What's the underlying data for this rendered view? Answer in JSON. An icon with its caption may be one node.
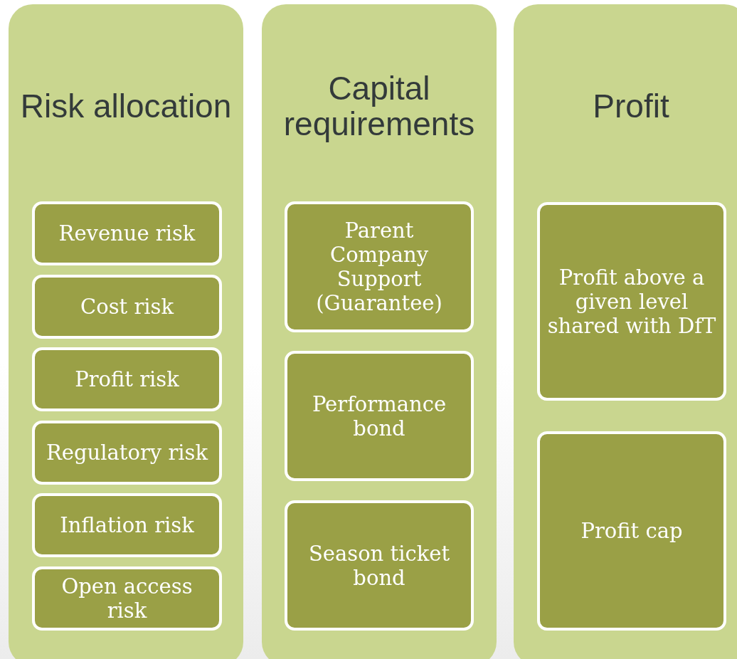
{
  "diagram": {
    "nodes": [
      {
        "text": [
          "Risk allocation"
        ]
      },
      {
        "text": [
          "Revenue risk"
        ],
        "in": 0
      },
      {
        "text": [
          "Cost risk"
        ],
        "in": 0
      },
      {
        "text": [
          "Profit risk"
        ],
        "in": 0
      },
      {
        "text": [
          "Regulatory risk"
        ],
        "in": 0
      },
      {
        "text": [
          "Inflation risk"
        ],
        "in": 0
      },
      {
        "text": [
          "Open access risk"
        ],
        "in": 0
      },
      {
        "text": [
          "Capital requirements"
        ]
      },
      {
        "text": [
          "Parent Company Support (Guarantee)"
        ],
        "in": 7
      },
      {
        "text": [
          "Performance bond"
        ],
        "in": 7
      },
      {
        "text": [
          "Season ticket bond"
        ],
        "in": 7
      },
      {
        "text": [
          "Profit"
        ]
      },
      {
        "text": [
          "Profit above a given level shared with DfT"
        ],
        "in": 11
      },
      {
        "text": [
          "Profit cap"
        ],
        "in": 11
      }
    ],
    "edges": []
  }
}
